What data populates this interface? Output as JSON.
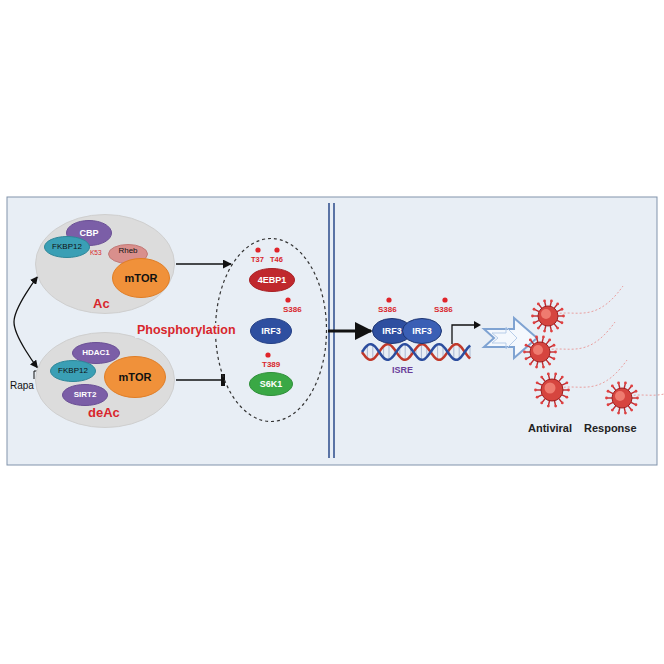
{
  "diagram": {
    "nodes": [
      {
        "text": [
          "Ac"
        ]
      },
      {
        "text": [
          "CBP"
        ],
        "in": 0
      },
      {
        "text": [
          "FKBP12"
        ],
        "in": 0
      },
      {
        "text": [
          "Rheb"
        ],
        "in": 0
      },
      {
        "text": [
          "mTOR"
        ],
        "in": 0
      },
      {
        "text": [
          "deAc"
        ]
      },
      {
        "text": [
          "HDAC1"
        ],
        "in": 5
      },
      {
        "text": [
          "FKBP12"
        ],
        "in": 5
      },
      {
        "text": [
          "SIRT2"
        ],
        "in": 5
      },
      {
        "text": [
          "mTOR"
        ],
        "in": 5
      },
      {
        "text": [
          "Phosphorylation"
        ]
      },
      {
        "text": [
          "4EBP1"
        ],
        "in": 10
      },
      {
        "text": [
          "IRF3"
        ],
        "in": 10
      },
      {
        "text": [
          "S6K1"
        ],
        "in": 10
      },
      {
        "text": [
          "IRF3"
        ]
      },
      {
        "text": [
          "IRF3"
        ]
      }
    ],
    "edges": [
      {
        "from": 0,
        "to": 5,
        "arrow": "both"
      },
      {
        "from": 0,
        "to": 10,
        "arrow": "to"
      },
      {
        "from": 5,
        "to": 10,
        "arrow": "to"
      },
      {
        "from": 10,
        "to": 14,
        "arrow": "to"
      }
    ],
    "labels": [
      "Rapa",
      "K53",
      "T37",
      "T46",
      "S386",
      "T389",
      "S386",
      "S386",
      "ISRE",
      "Antiviral",
      "Response"
    ]
  }
}
